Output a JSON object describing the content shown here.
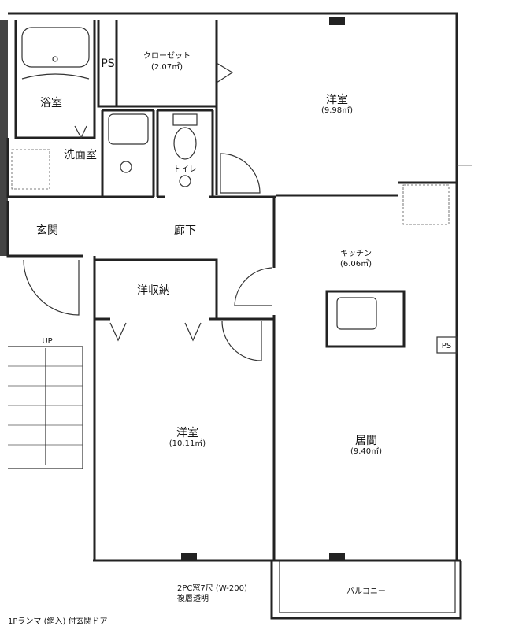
{
  "rooms": {
    "bath": "浴室",
    "washroom": "洗面室",
    "entrance": "玄関",
    "ps_top": "PS",
    "closet": {
      "name": "クローゼット",
      "area": "(2.07㎡)"
    },
    "toilet": "トイレ",
    "hallway": "廊下",
    "western_room_north": {
      "name": "洋室",
      "area": "(9.98㎡)"
    },
    "kitchen": {
      "name": "キッチン",
      "area": "(6.06㎡)"
    },
    "storage": "洋収納",
    "western_room_south": {
      "name": "洋室",
      "area": "(10.11㎡)"
    },
    "living": {
      "name": "居間",
      "area": "(9.40㎡)"
    },
    "balcony": "バルコニー",
    "ps_kitchen": "PS"
  },
  "stairs_label": "UP",
  "notes": {
    "window_line1": "2PC窓7尺 (W-200)",
    "window_line2": "複層透明",
    "door": "1Pランマ (網入) 付玄関ドア"
  }
}
